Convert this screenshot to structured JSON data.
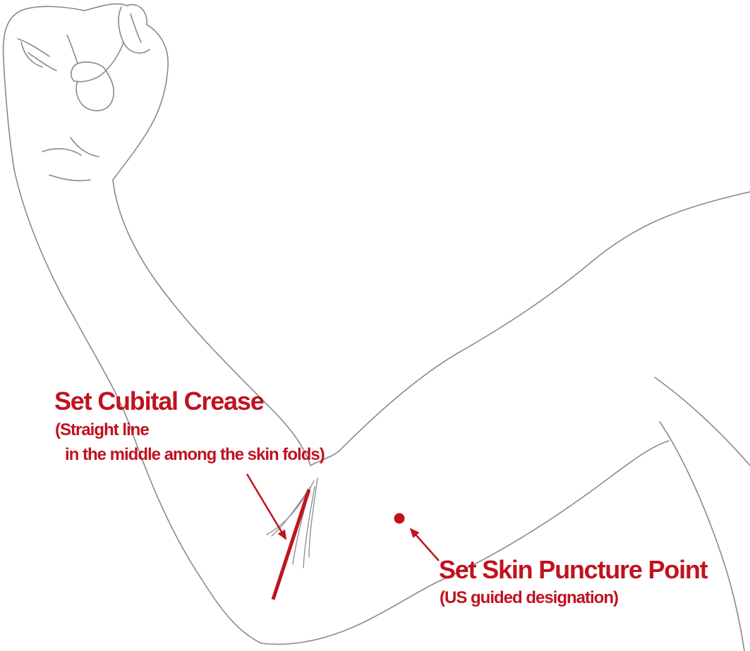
{
  "colors": {
    "accent": "#c1121f",
    "outline": "#8a8a8a"
  },
  "annotations": {
    "cubital_crease": {
      "title": "Set Cubital Crease",
      "subtitle_line1": "(Straight line",
      "subtitle_line2": "in the middle among the skin folds)"
    },
    "puncture_point": {
      "title": "Set Skin Puncture Point",
      "subtitle": "(US guided designation)"
    }
  }
}
